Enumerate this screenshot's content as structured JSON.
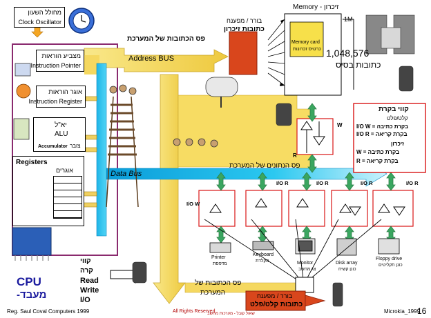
{
  "clock": {
    "heb": "מחולל השעון",
    "eng": "Clock Oscillator"
  },
  "ip": {
    "heb": "מצביע הוראות",
    "eng": "Instruction Pointer"
  },
  "ir": {
    "heb": "אוגר הוראות",
    "eng": "Instruction Register"
  },
  "alu": {
    "heb": "יא\"ל",
    "eng": "ALU",
    "acc_eng": "Accumulator",
    "acc_heb": "צובר"
  },
  "registers": {
    "eng": "Registers",
    "heb": "אוגרים"
  },
  "cpu": {
    "eng": "CPU",
    "heb": "-מעבד"
  },
  "address_bus": {
    "heb": "פס הכתובות של המערכת",
    "eng": "Address BUS"
  },
  "data_bus": {
    "eng": "Data Bus",
    "heb": "פס הנתונים של המערכת"
  },
  "control_lines": {
    "heb1": "קווי",
    "heb2": "קרה",
    "read": "Read",
    "write": "Write",
    "io": "I/O"
  },
  "address_bus_bottom": {
    "line1": "פס הכתובות של",
    "line2": "המערכת"
  },
  "mem_decoder": {
    "heb1": "בורר / מפענח",
    "heb2": "כתובות זיכרון"
  },
  "memory": {
    "title": "Memory - זיכרון",
    "m1": "1M",
    "card_eng": "Memory card",
    "card_heb": "כרטיס זכרונות",
    "count": "1,048,576",
    "count_heb": "כתובות בסיס"
  },
  "control_box": {
    "title": "קווי בקרת",
    "sub": "קלט/פלט",
    "lines": [
      "I/O W = בקרת כתיבה",
      "I/O R = בקרת קריאה"
    ],
    "mem_title": "זיכרון",
    "mem_lines": [
      "W = בקרת כתיבה",
      "R = בקרת קריאה"
    ]
  },
  "gate_labels": {
    "w": "W",
    "r": "R",
    "io_r": "I/O R",
    "io_w": "I/O W"
  },
  "devices": [
    {
      "eng": "Printer",
      "heb": "מדפסת"
    },
    {
      "eng": "Keyboard",
      "heb": "מקלדת"
    },
    {
      "eng": "Monitor",
      "heb": "צג מחשב"
    },
    {
      "eng": "Disk array",
      "heb": "כונן קשיח"
    },
    {
      "eng": "Floppy drive",
      "heb": "כונן תקליטים"
    }
  ],
  "io_decoder": {
    "heb1": "בורר / מפענח",
    "heb2": "כתובות קלט/פלט"
  },
  "footer": {
    "credit": "Reg. Saul Coval Computers 1999",
    "rights": "All Rights Reserved",
    "heb_note": "שאול קובל - מערכות מחשב",
    "slide": "Microkia_1999",
    "page": "16"
  },
  "colors": {
    "bus_yellow": "#f7dc63",
    "bus_cyan": "#25c7ee",
    "purple": "#8a2a6e",
    "green": "#3aa660",
    "red": "#e01b1b"
  }
}
